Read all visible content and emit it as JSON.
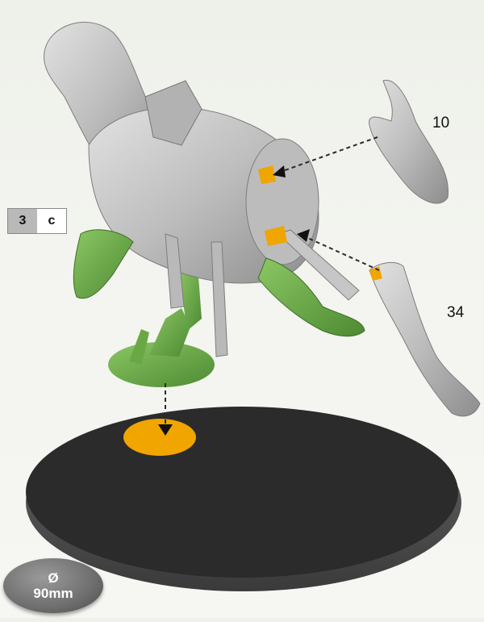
{
  "step": {
    "number": "3",
    "letter": "c"
  },
  "parts": [
    {
      "id": "part-10",
      "label": "10"
    },
    {
      "id": "part-34",
      "label": "34"
    }
  ],
  "base": {
    "symbol": "Ø",
    "size": "90mm"
  },
  "colors": {
    "model_grey": "#c4c4c4",
    "green_parts": "#6aa845",
    "glue_marker": "#f0a500",
    "base_top": "#2b2b2b",
    "base_side": "#555555"
  }
}
